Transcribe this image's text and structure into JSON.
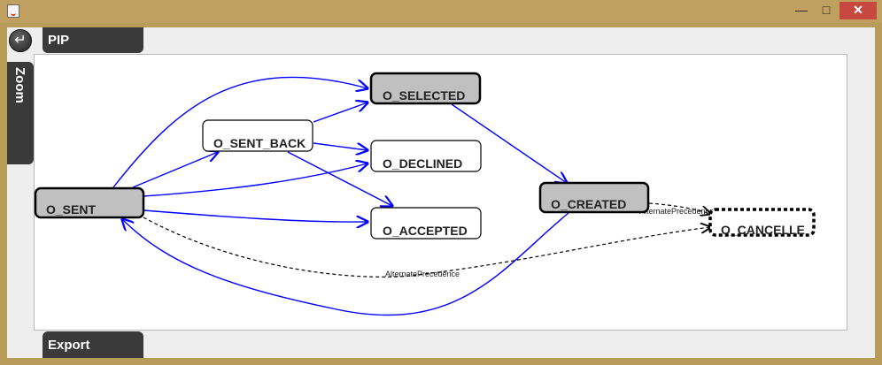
{
  "window": {
    "title": ""
  },
  "tabs": {
    "pip": "PIP",
    "zoom": "Zoom",
    "export": "Export"
  },
  "colors": {
    "edge": "#0000ff",
    "active_node": "#c0c0c0",
    "node": "#ffffff",
    "tab_bg": "#3a3a3a"
  },
  "nodes": [
    {
      "id": "n_sent",
      "label": "O_SENT",
      "active": true
    },
    {
      "id": "n_sent_back",
      "label": "O_SENT_BACK",
      "active": false
    },
    {
      "id": "n_selected",
      "label": "O_SELECTED",
      "active": true
    },
    {
      "id": "n_declined",
      "label": "O_DECLINED",
      "active": false
    },
    {
      "id": "n_accepted",
      "label": "O_ACCEPTED",
      "active": false
    },
    {
      "id": "n_created",
      "label": "O_CREATED",
      "active": true
    },
    {
      "id": "n_cancelled",
      "label": "O_CANCELLE",
      "active": false,
      "dashed": true
    }
  ],
  "edges": [
    {
      "from": "O_SENT",
      "to": "O_SELECTED"
    },
    {
      "from": "O_SENT",
      "to": "O_SENT_BACK"
    },
    {
      "from": "O_SENT",
      "to": "O_DECLINED"
    },
    {
      "from": "O_SENT",
      "to": "O_ACCEPTED"
    },
    {
      "from": "O_SENT_BACK",
      "to": "O_SELECTED"
    },
    {
      "from": "O_SENT_BACK",
      "to": "O_DECLINED"
    },
    {
      "from": "O_SENT_BACK",
      "to": "O_ACCEPTED"
    },
    {
      "from": "O_SELECTED",
      "to": "O_CREATED"
    },
    {
      "from": "O_CREATED",
      "to": "O_SENT"
    },
    {
      "from": "O_SENT",
      "to": "O_CANCELLE",
      "label": "AlternatePrecedence",
      "dashed": true
    },
    {
      "from": "O_CREATED",
      "to": "O_CANCELLE",
      "label": "AlternatePrecedence",
      "dashed": true
    }
  ]
}
